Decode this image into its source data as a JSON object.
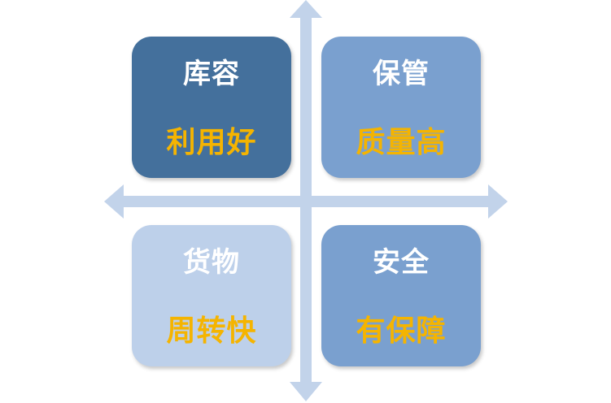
{
  "colors": {
    "axis": "#c2d3ea",
    "subtitle": "#f5b400"
  },
  "quadrants": {
    "top_left": {
      "title": "库容",
      "subtitle": "利用好",
      "fill": "#44709c",
      "title_color": "#ffffff"
    },
    "top_right": {
      "title": "保管",
      "subtitle": "质量高",
      "fill": "#7aa0cf",
      "title_color": "#ffffff"
    },
    "bottom_left": {
      "title": "货物",
      "subtitle": "周转快",
      "fill": "#bdd0ea",
      "title_color": "#ffffff"
    },
    "bottom_right": {
      "title": "安全",
      "subtitle": "有保障",
      "fill": "#7aa0cf",
      "title_color": "#ffffff"
    }
  }
}
